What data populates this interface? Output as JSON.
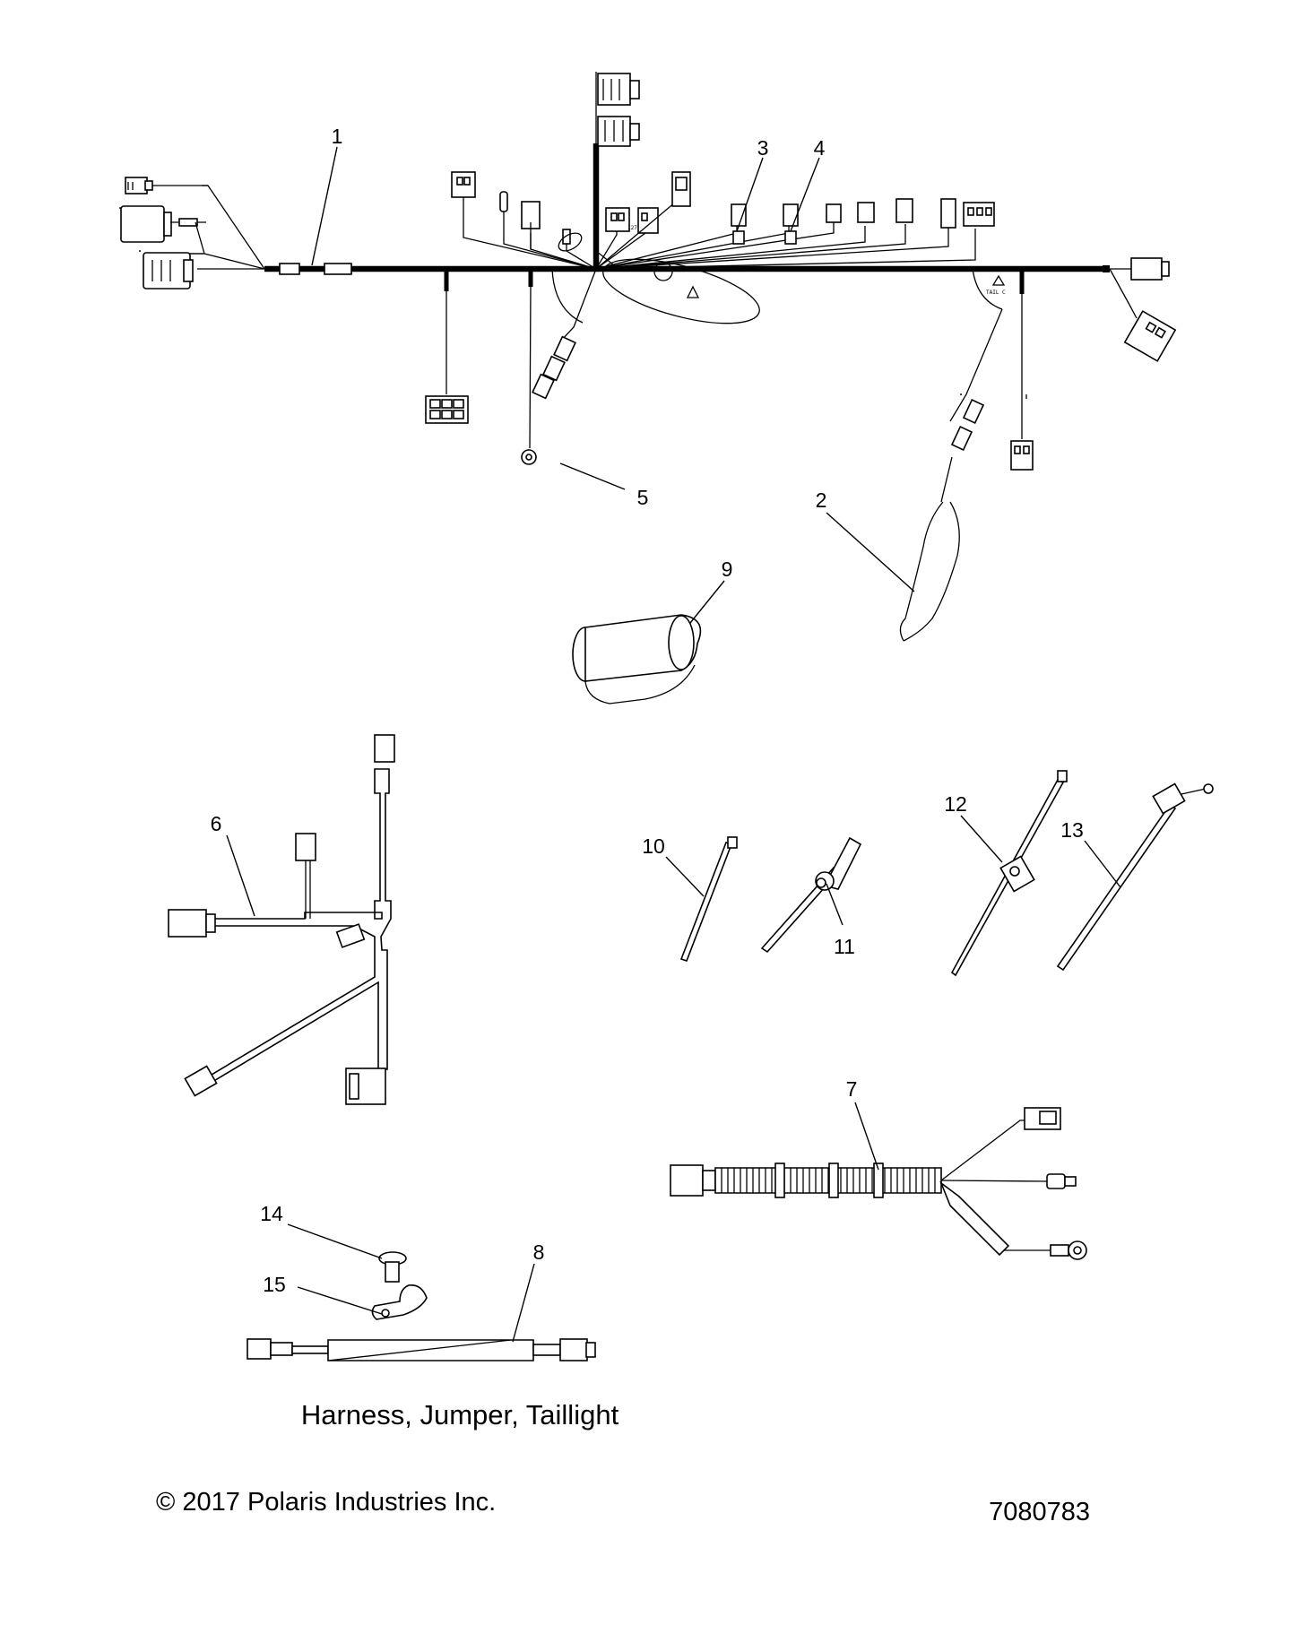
{
  "callouts": [
    {
      "id": "1",
      "label": "1"
    },
    {
      "id": "2",
      "label": "2"
    },
    {
      "id": "3",
      "label": "3"
    },
    {
      "id": "4",
      "label": "4"
    },
    {
      "id": "5",
      "label": "5"
    },
    {
      "id": "6",
      "label": "6"
    },
    {
      "id": "7",
      "label": "7"
    },
    {
      "id": "8",
      "label": "8"
    },
    {
      "id": "9",
      "label": "9"
    },
    {
      "id": "10",
      "label": "10"
    },
    {
      "id": "11",
      "label": "11"
    },
    {
      "id": "12",
      "label": "12"
    },
    {
      "id": "13",
      "label": "13"
    },
    {
      "id": "14",
      "label": "14"
    },
    {
      "id": "15",
      "label": "15"
    }
  ],
  "caption": "Harness, Jumper, Taillight",
  "copyright": "© 2017 Polaris Industries Inc.",
  "part_number": "7080783",
  "tag_labels": {
    "tag_127": "127",
    "tag_tail": "TAIL C"
  }
}
